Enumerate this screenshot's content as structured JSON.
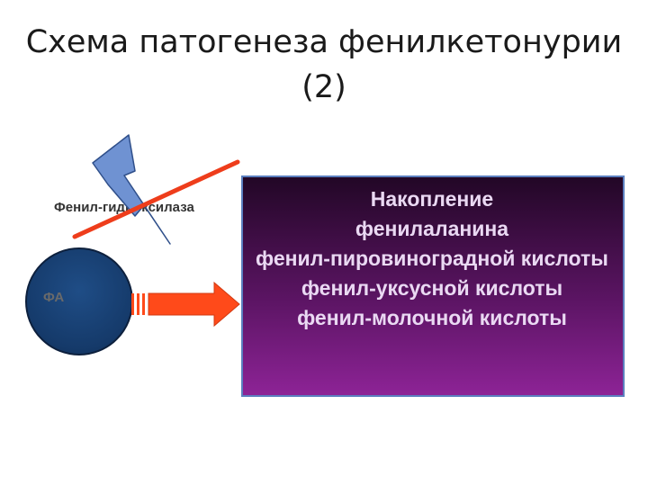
{
  "slide": {
    "title_line1": "Схема патогенеза фенилкетонурии",
    "title_line2": "(2)"
  },
  "diagram": {
    "enzyme_label": "Фенил-гидроксилаза",
    "substrate_label": "ФА",
    "box_lines": [
      "Накопление",
      "фенилаланина",
      "фенил-пировиноградной кислоты",
      "фенил-уксусной кислоты",
      "фенил-молочной кислоты"
    ]
  },
  "colors": {
    "box_gradient_top": "#220726",
    "box_gradient_bottom": "#8d2396",
    "box_border": "#5b7fbf",
    "box_text": "#ead9f3",
    "arrow": "#ff4a1a",
    "block_line": "#ee3d1b",
    "lightning": "#6f92d2",
    "circle": "#1a4275"
  }
}
